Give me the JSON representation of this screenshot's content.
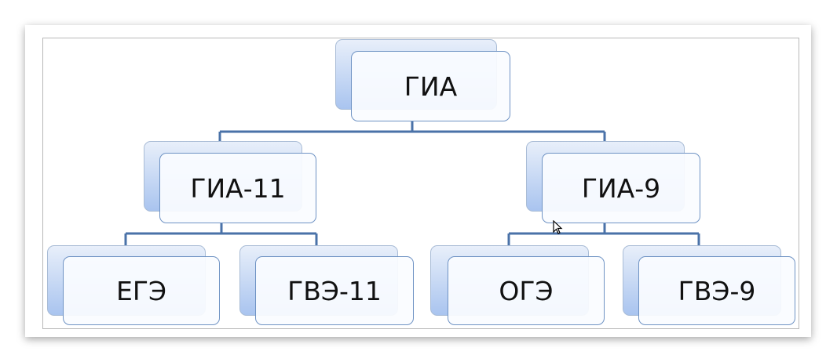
{
  "diagram": {
    "type": "org-chart",
    "root": {
      "label": "ГИА"
    },
    "level1": [
      {
        "label": "ГИА-11"
      },
      {
        "label": "ГИА-9"
      }
    ],
    "level2": [
      {
        "label": "ЕГЭ",
        "parent": "ГИА-11"
      },
      {
        "label": "ГВЭ-11",
        "parent": "ГИА-11"
      },
      {
        "label": "ОГЭ",
        "parent": "ГИА-9"
      },
      {
        "label": "ГВЭ-9",
        "parent": "ГИА-9"
      }
    ],
    "colors": {
      "connector": "#4a72a8",
      "box_border": "#6f93c4",
      "shadow_box": "#a9c4ef"
    }
  }
}
